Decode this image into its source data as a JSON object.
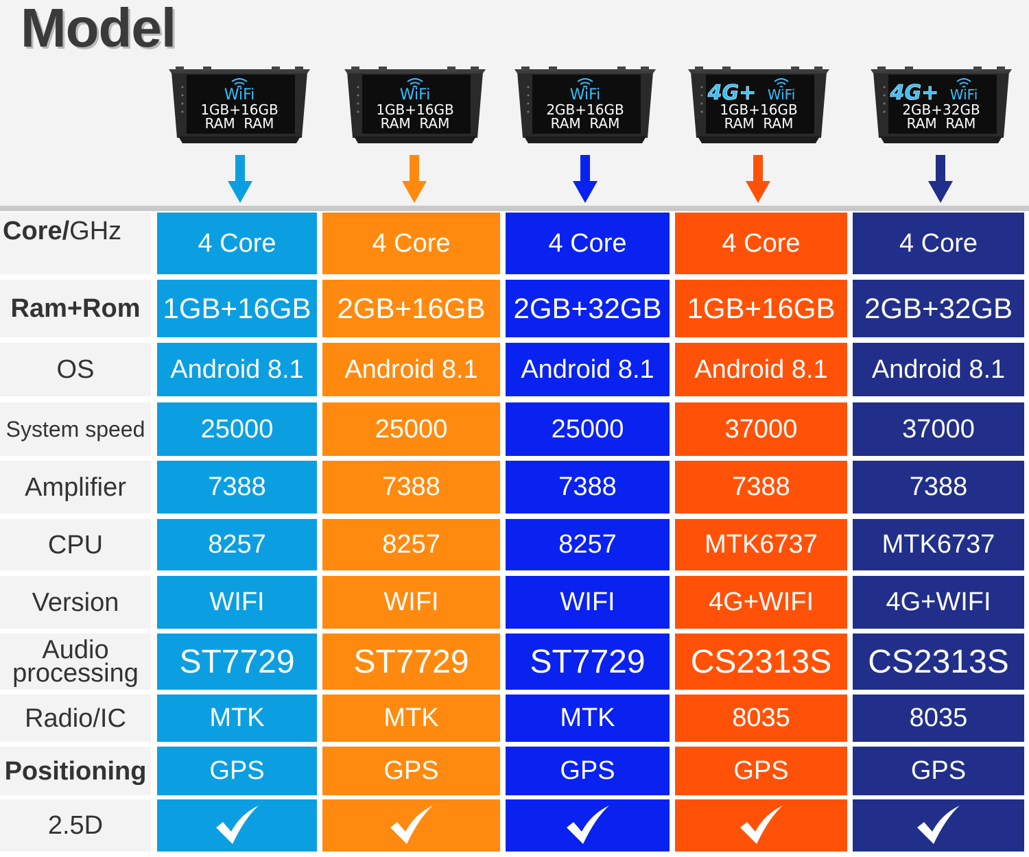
{
  "title": "Model",
  "columns": [
    {
      "color": "#0b9fe2",
      "screen": {
        "line1": "WiFi",
        "line2": "1GB+16GB",
        "line3": "RAM  RAM",
        "has_4g": false
      }
    },
    {
      "color": "#ff8a0f",
      "screen": {
        "line1": "WiFi",
        "line2": "1GB+16GB",
        "line3": "RAM  RAM",
        "has_4g": false
      }
    },
    {
      "color": "#0a22ef",
      "screen": {
        "line1": "WiFi",
        "line2": "2GB+16GB",
        "line3": "RAM  RAM",
        "has_4g": false
      }
    },
    {
      "color": "#ff5208",
      "screen": {
        "line1": "WiFi",
        "line2": "1GB+16GB",
        "line3": "RAM  RAM",
        "has_4g": true,
        "label_4g": "4G+"
      }
    },
    {
      "color": "#212f8a",
      "screen": {
        "line1": "WiFi",
        "line2": "2GB+32GB",
        "line3": "RAM  RAM",
        "has_4g": true,
        "label_4g": "4G+"
      }
    }
  ],
  "rows": [
    {
      "label_bold": "Core/",
      "label_rest": "GHz",
      "values": [
        "4 Core",
        "4 Core",
        "4 Core",
        "4 Core",
        "4 Core"
      ]
    },
    {
      "label": "Ram+Rom",
      "values": [
        "1GB+16GB",
        "2GB+16GB",
        "2GB+32GB",
        "1GB+16GB",
        "2GB+32GB"
      ]
    },
    {
      "label": "OS",
      "values": [
        "Android 8.1",
        "Android 8.1",
        "Android 8.1",
        "Android 8.1",
        "Android 8.1"
      ]
    },
    {
      "label": "System speed",
      "values": [
        "25000",
        "25000",
        "25000",
        "37000",
        "37000"
      ]
    },
    {
      "label": "Amplifier",
      "values": [
        "7388",
        "7388",
        "7388",
        "7388",
        "7388"
      ]
    },
    {
      "label": "CPU",
      "values": [
        "8257",
        "8257",
        "8257",
        "MTK6737",
        "MTK6737"
      ]
    },
    {
      "label": "Version",
      "values": [
        "WIFI",
        "WIFI",
        "WIFI",
        "4G+WIFI",
        "4G+WIFI"
      ]
    },
    {
      "label_line1": "Audio",
      "label_line2": "processing",
      "values": [
        "ST7729",
        "ST7729",
        "ST7729",
        "CS2313S",
        "CS2313S"
      ]
    },
    {
      "label": "Radio/IC",
      "values": [
        "MTK",
        "MTK",
        "MTK",
        "8035",
        "8035"
      ]
    },
    {
      "label": "Positioning",
      "values": [
        "GPS",
        "GPS",
        "GPS",
        "GPS",
        "GPS"
      ]
    },
    {
      "label": "2.5D",
      "values": [
        "✔",
        "✔",
        "✔",
        "✔",
        "✔"
      ]
    }
  ]
}
